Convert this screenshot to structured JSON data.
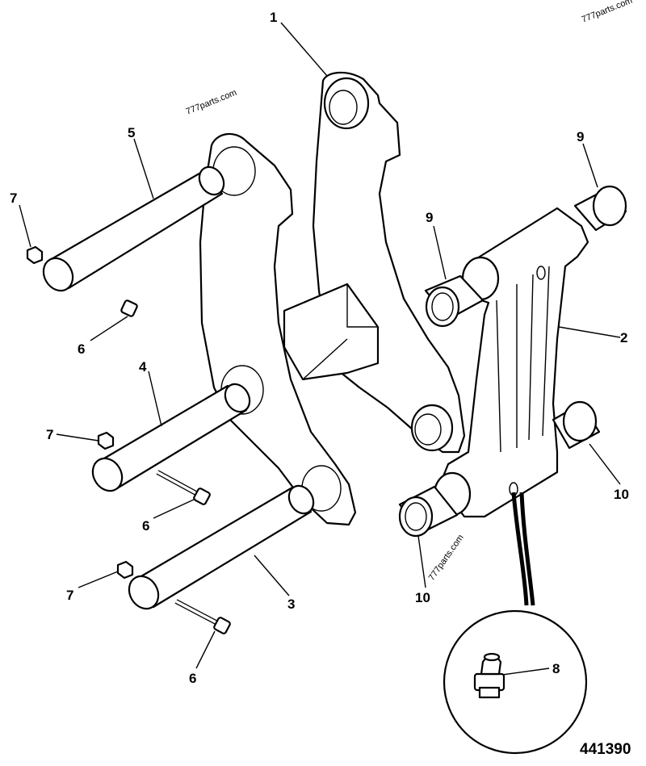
{
  "figure": {
    "number": "441390",
    "watermark": "777parts.com"
  },
  "callouts": [
    {
      "id": "1",
      "label": "1"
    },
    {
      "id": "2",
      "label": "2"
    },
    {
      "id": "3",
      "label": "3"
    },
    {
      "id": "4",
      "label": "4"
    },
    {
      "id": "5",
      "label": "5"
    },
    {
      "id": "6a",
      "label": "6"
    },
    {
      "id": "6b",
      "label": "6"
    },
    {
      "id": "6c",
      "label": "6"
    },
    {
      "id": "7a",
      "label": "7"
    },
    {
      "id": "7b",
      "label": "7"
    },
    {
      "id": "7c",
      "label": "7"
    },
    {
      "id": "8",
      "label": "8"
    },
    {
      "id": "9a",
      "label": "9"
    },
    {
      "id": "9b",
      "label": "9"
    },
    {
      "id": "10a",
      "label": "10"
    },
    {
      "id": "10b",
      "label": "10"
    }
  ]
}
